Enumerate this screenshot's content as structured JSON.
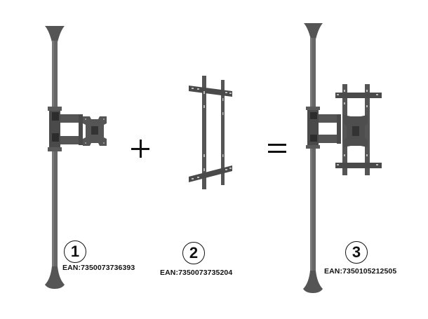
{
  "items": [
    {
      "number": "1",
      "ean": "EAN:7350073736393",
      "description": "floor-to-ceiling pole with articulating monitor arm"
    },
    {
      "number": "2",
      "ean": "EAN:7350073735204",
      "description": "VESA adapter bracket"
    },
    {
      "number": "3",
      "ean": "EAN:7350105212505",
      "description": "pole with arm and adapter bracket combined"
    }
  ],
  "operators": {
    "plus": "+",
    "equals": "="
  },
  "colors": {
    "metal": "#5a5a5a",
    "metal_dark": "#3c3c3c",
    "metal_light": "#7a7a7a",
    "text": "#111111",
    "background": "#ffffff"
  }
}
